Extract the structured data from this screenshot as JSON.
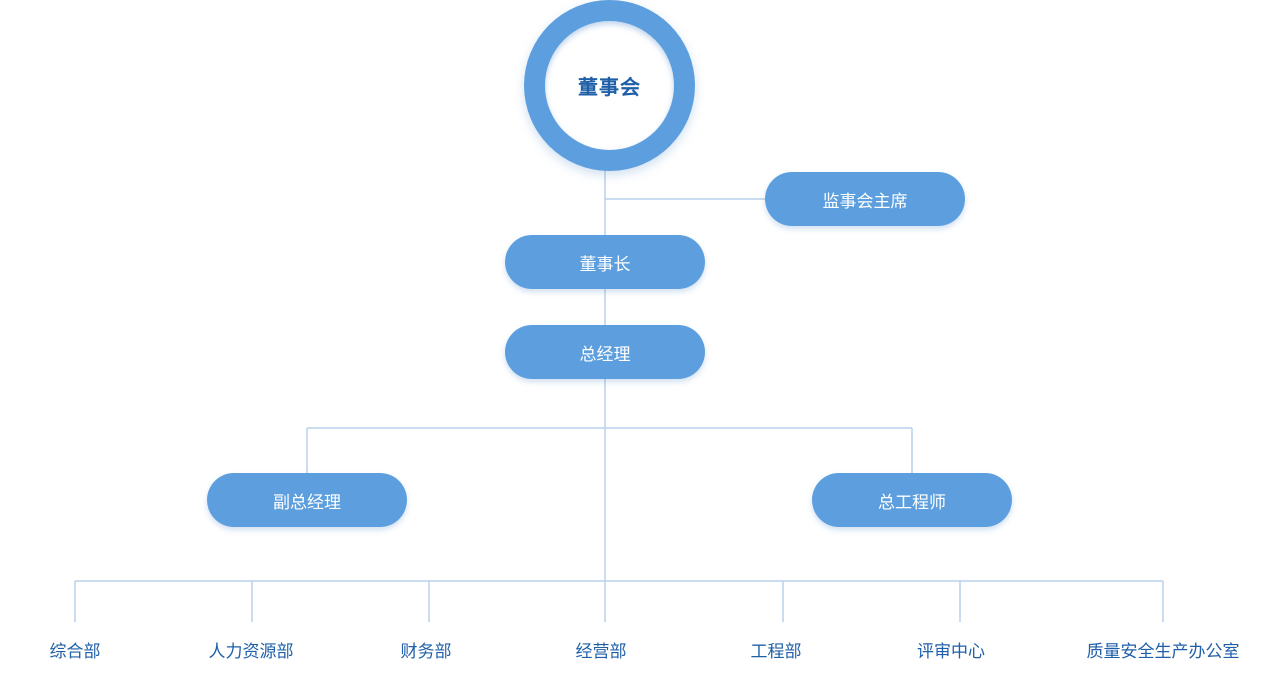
{
  "org": {
    "root": {
      "label": "董事会"
    },
    "supervisor": {
      "label": "监事会主席"
    },
    "chairman": {
      "label": "董事长"
    },
    "general_manager": {
      "label": "总经理"
    },
    "deputy_gm": {
      "label": "副总经理"
    },
    "chief_engineer": {
      "label": "总工程师"
    },
    "departments": [
      {
        "label": "综合部"
      },
      {
        "label": "人力资源部"
      },
      {
        "label": "财务部"
      },
      {
        "label": "经营部"
      },
      {
        "label": "工程部"
      },
      {
        "label": "评审中心"
      },
      {
        "label": "质量安全生产办公室"
      }
    ]
  },
  "colors": {
    "node_fill": "#5d9fde",
    "root_text": "#1f5fa8",
    "dept_text": "#1f5fa8",
    "connector": "#b9d1ea"
  }
}
